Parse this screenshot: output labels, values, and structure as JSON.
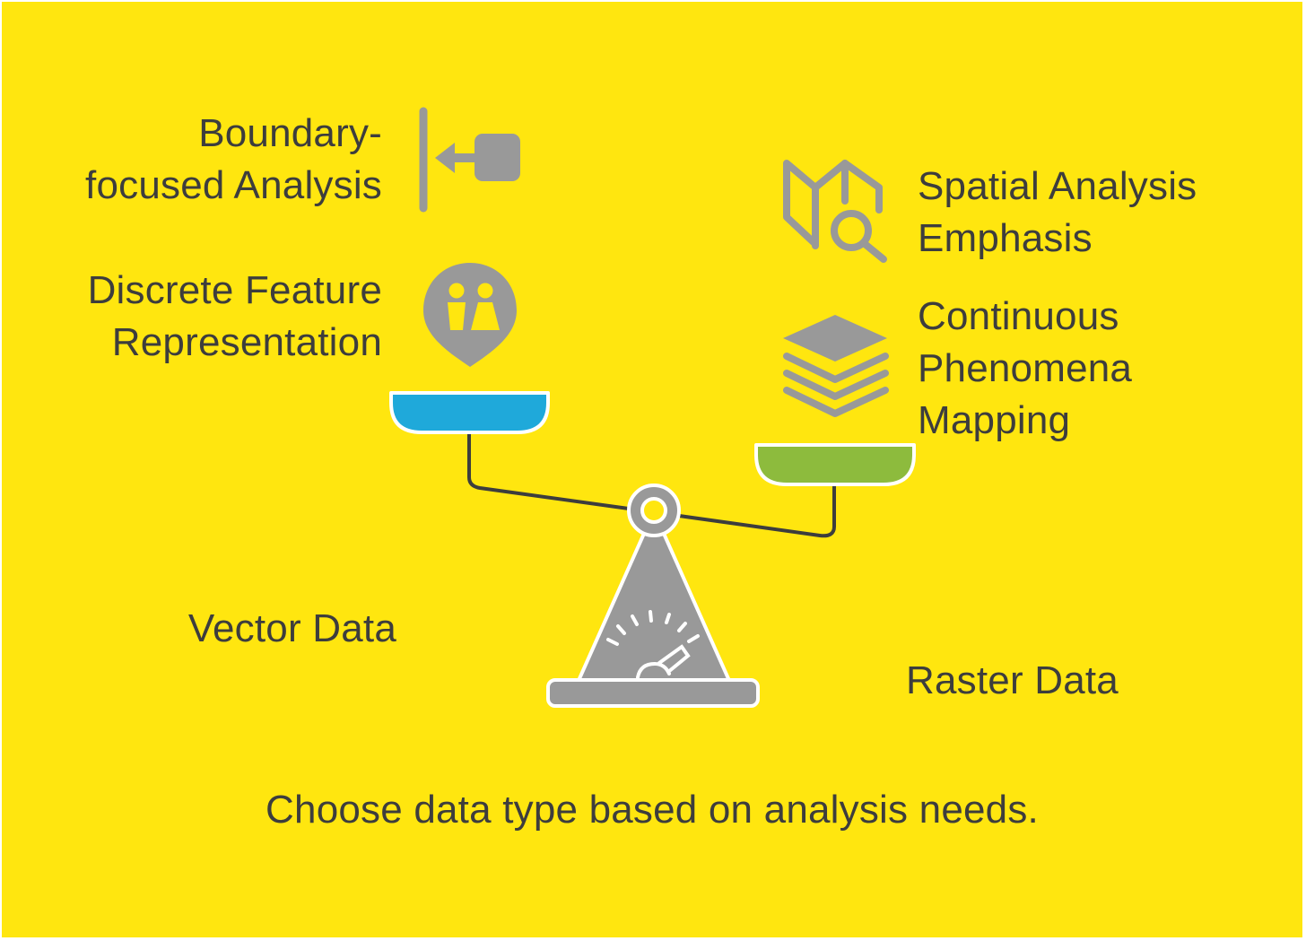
{
  "diagram": {
    "type": "balance-scale",
    "colors": {
      "background": "#FFE60F",
      "icon_gray": "#999999",
      "left_pan": "#1FA9DA",
      "right_pan": "#8DBB3D",
      "beam": "#3d3d3d",
      "text": "#3d3d3d"
    },
    "left": {
      "title": "Vector Data",
      "items": [
        {
          "label": "Boundary-\nfocused Analysis",
          "icon": "boundary-arrow-icon"
        },
        {
          "label": "Discrete Feature\nRepresentation",
          "icon": "location-people-pin-icon"
        }
      ]
    },
    "right": {
      "title": "Raster Data",
      "items": [
        {
          "label": "Spatial Analysis\nEmphasis",
          "icon": "map-search-icon"
        },
        {
          "label": "Continuous\nPhenomena\nMapping",
          "icon": "layers-icon"
        }
      ]
    },
    "footer": "Choose data type based on analysis needs."
  }
}
